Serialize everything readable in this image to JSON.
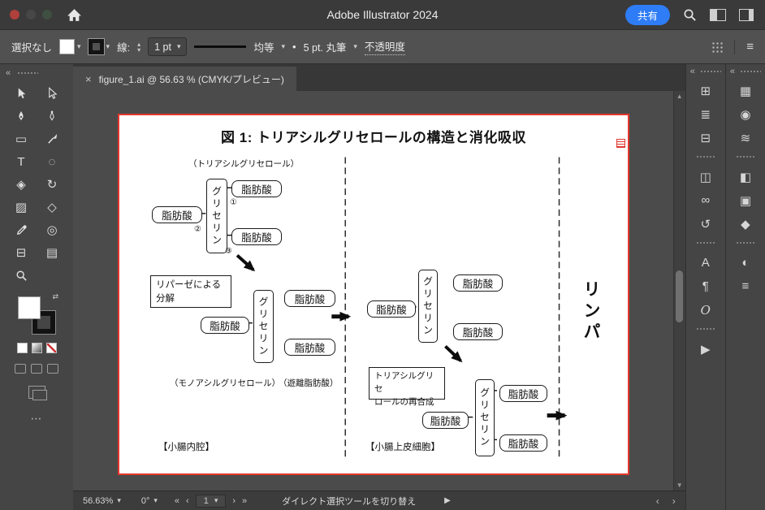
{
  "titlebar": {
    "app_title": "Adobe Illustrator 2024",
    "share_label": "共有"
  },
  "controlbar": {
    "selection_status": "選択なし",
    "stroke_label": "線:",
    "stroke_width": "1 pt",
    "width_profile": "均等",
    "brush_dot": "•",
    "brush_name": "5 pt. 丸筆",
    "opacity_label": "不透明度"
  },
  "tab": {
    "close": "×",
    "title": "figure_1.ai @ 56.63 % (CMYK/プレビュー)"
  },
  "statusbar": {
    "zoom": "56.63%",
    "rotation": "0°",
    "page": "1",
    "hint": "ダイレクト選択ツールを切り替え"
  },
  "diagram": {
    "title": "図 1: トリアシルグリセロールの構造と消化吸収",
    "label_triacylglycerol": "（トリアシルグリセロール）",
    "label_monoacylglycerol": "（モノアシルグリセロール）",
    "label_free_fatty_acid": "（遊離脂肪酸）",
    "label_intestinal_lumen": "【小腸内腔】",
    "label_epithelial_cell": "【小腸上皮細胞】",
    "label_lymph": "リンパ",
    "glycerin": "グリセリン",
    "fatty_acid": "脂肪酸",
    "lipase_line1": "リパーゼによる",
    "lipase_line2": "分解",
    "resynthesis_line1": "トリアシルグリセ",
    "resynthesis_line2": "ロールの再合成",
    "circled_1": "①",
    "circled_2": "②",
    "circled_3": "③"
  },
  "icons": {
    "collapse": "«",
    "dropdown": "▾",
    "stepper_up": "▴",
    "stepper_down": "▾",
    "first_page": "«",
    "prev_page": "‹",
    "next_page": "›",
    "last_page": "»",
    "play": "▶",
    "more": "⋯",
    "menu": "≡",
    "swap": "⇄",
    "scroll_up": "▲",
    "scroll_down": "▼",
    "scroll_left": "‹",
    "scroll_right": "›",
    "rect_tool": "▭",
    "type_tool": "T",
    "lasso_tool": "◌",
    "eraser_tool": "◈",
    "rotate_tool": "↻",
    "gradient_tool": "▨",
    "width_tool": "◇",
    "blend_tool": "◎",
    "artboard_tool": "⊟",
    "slice_tool": "▤",
    "panel_transform": "⊞",
    "panel_align": "≣",
    "panel_pathfinder": "⊟",
    "panel_appearance": "◫",
    "panel_links": "∞",
    "panel_history": "↺",
    "panel_character": "A",
    "panel_paragraph": "¶",
    "panel_opentype": "O",
    "panel_actions": "▶",
    "panel_swatches": "▦",
    "panel_color": "◉",
    "panel_gradient": "≋",
    "panel_transparency": "◧",
    "panel_symbols": "▣",
    "panel_brushes": "◆",
    "panel_libraries": "◐",
    "panel_layers": "≡"
  }
}
